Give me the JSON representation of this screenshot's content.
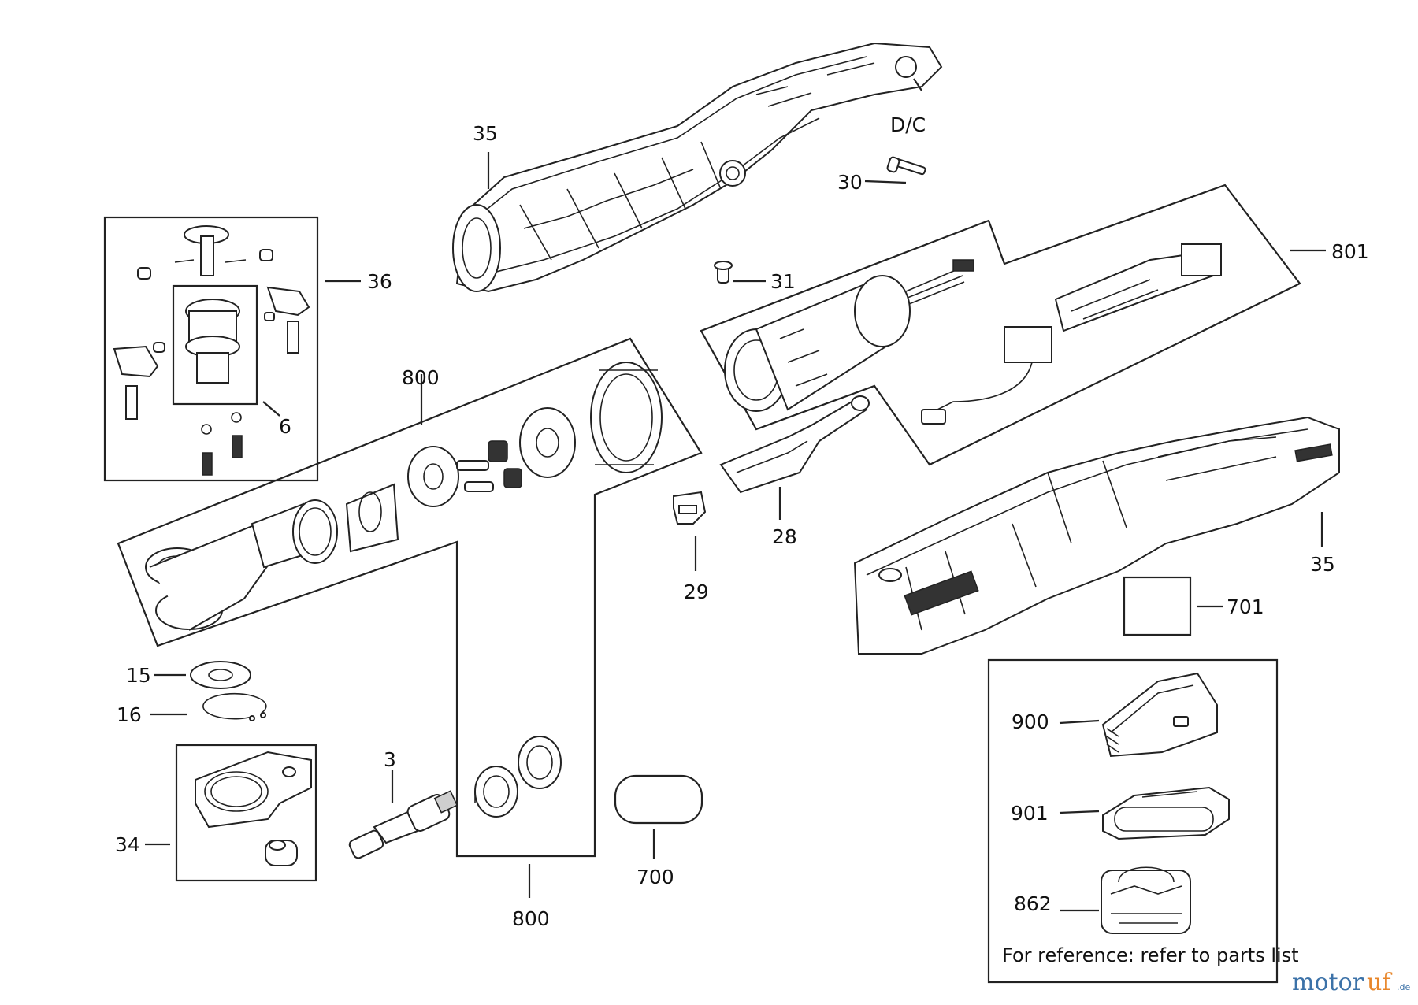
{
  "labels": {
    "l35_top": "35",
    "l_dc": "D/C",
    "l30": "30",
    "l31": "31",
    "l36": "36",
    "l6": "6",
    "l801": "801",
    "l800_top": "800",
    "l28": "28",
    "l29": "29",
    "l35_right": "35",
    "l701": "701",
    "l15": "15",
    "l16": "16",
    "l3": "3",
    "l34": "34",
    "l800_bottom": "800",
    "l700": "700",
    "l900": "900",
    "l901": "901",
    "l862": "862"
  },
  "reference_note": "For reference: refer to parts list",
  "watermark": {
    "part1": "motor",
    "part2": "uf",
    "suffix": ".de"
  },
  "colors": {
    "line": "#222222",
    "watermark_blue": "#3c72a8",
    "watermark_orange": "#e8862a"
  }
}
